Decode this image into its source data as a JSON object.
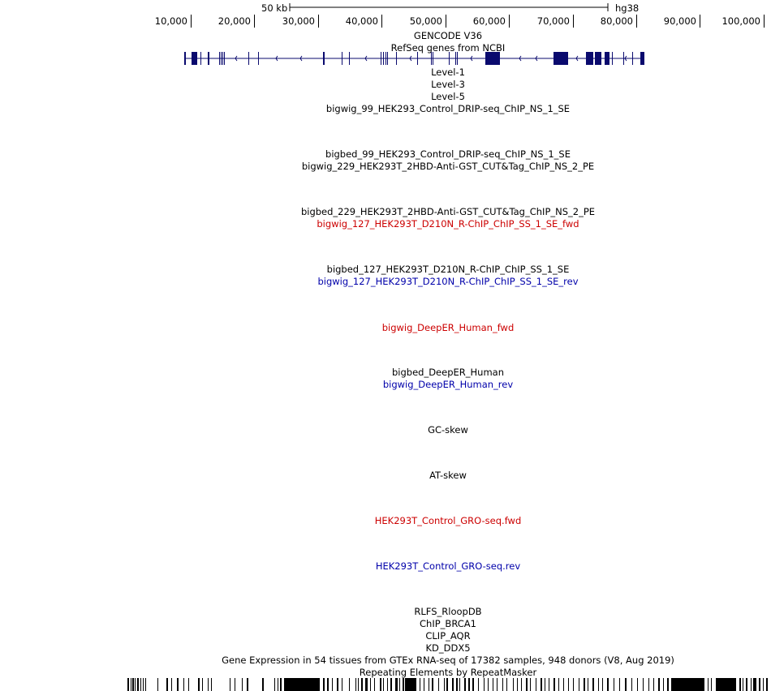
{
  "scale_bar": {
    "label": "50 kb",
    "assembly": "hg38"
  },
  "ruler": {
    "ticks": [
      "10,000",
      "20,000",
      "30,000",
      "40,000",
      "50,000",
      "60,000",
      "70,000",
      "80,000",
      "90,000",
      "100,000"
    ]
  },
  "tracks": [
    {
      "label": "GENCODE V36",
      "color": "#000000"
    },
    {
      "label": "RefSeq genes from NCBI",
      "color": "#000000"
    },
    {
      "label": "Level-1",
      "color": "#000000"
    },
    {
      "label": "Level-3",
      "color": "#000000"
    },
    {
      "label": "Level-5",
      "color": "#000000"
    },
    {
      "label": "bigwig_99_HEK293_Control_DRIP-seq_ChIP_NS_1_SE",
      "color": "#000000"
    },
    {
      "label": "bigbed_99_HEK293_Control_DRIP-seq_ChIP_NS_1_SE",
      "color": "#000000"
    },
    {
      "label": "bigwig_229_HEK293T_2HBD-Anti-GST_CUT&Tag_ChIP_NS_2_PE",
      "color": "#000000"
    },
    {
      "label": "bigbed_229_HEK293T_2HBD-Anti-GST_CUT&Tag_ChIP_NS_2_PE",
      "color": "#000000"
    },
    {
      "label": "bigwig_127_HEK293T_D210N_R-ChIP_ChIP_SS_1_SE_fwd",
      "color": "#cc0000"
    },
    {
      "label": "bigbed_127_HEK293T_D210N_R-ChIP_ChIP_SS_1_SE",
      "color": "#000000"
    },
    {
      "label": "bigwig_127_HEK293T_D210N_R-ChIP_ChIP_SS_1_SE_rev",
      "color": "#0000aa"
    },
    {
      "label": "bigwig_DeepER_Human_fwd",
      "color": "#cc0000"
    },
    {
      "label": "bigbed_DeepER_Human",
      "color": "#000000"
    },
    {
      "label": "bigwig_DeepER_Human_rev",
      "color": "#0000aa"
    },
    {
      "label": "GC-skew",
      "color": "#000000"
    },
    {
      "label": "AT-skew",
      "color": "#000000"
    },
    {
      "label": "HEK293T_Control_GRO-seq.fwd",
      "color": "#cc0000"
    },
    {
      "label": "HEK293T_Control_GRO-seq.rev",
      "color": "#0000aa"
    },
    {
      "label": "RLFS_RloopDB",
      "color": "#000000"
    },
    {
      "label": "ChIP_BRCA1",
      "color": "#000000"
    },
    {
      "label": "CLIP_AQR",
      "color": "#000000"
    },
    {
      "label": "KD_DDX5",
      "color": "#000000"
    },
    {
      "label": "Gene Expression in 54 tissues from GTEx RNA-seq of 17382 samples, 948 donors (V8, Aug 2019)",
      "color": "#000000"
    },
    {
      "label": "Repeating Elements by RepeatMasker",
      "color": "#000000"
    }
  ],
  "colors": {
    "gene": "#0a0a6e",
    "fwd": "#cc0000",
    "rev": "#0000aa",
    "text": "#000000"
  }
}
